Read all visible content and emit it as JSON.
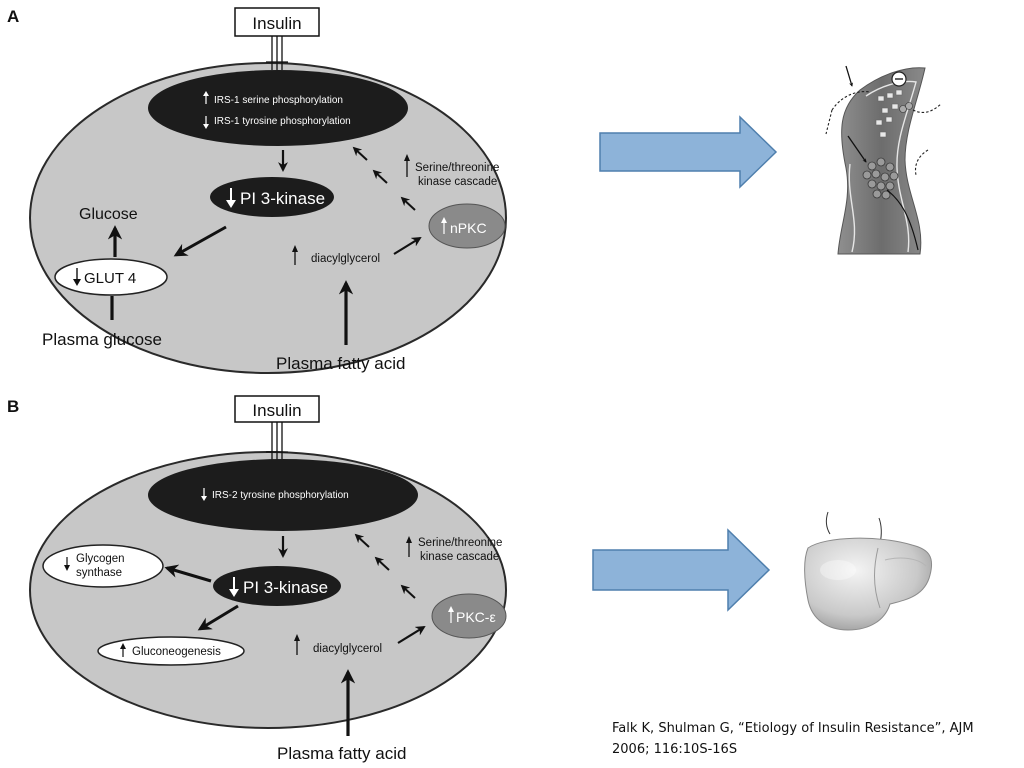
{
  "panel_a": {
    "label": "A",
    "insulin": "Insulin",
    "irs_serine": "IRS-1 serine phosphorylation",
    "irs_tyrosine": "IRS-1 tyrosine phosphorylation",
    "serine_cascade_1": "Serine/threonine",
    "serine_cascade_2": "kinase cascade",
    "pi3k": "PI 3-kinase",
    "glucose": "Glucose",
    "glut4": "GLUT 4",
    "pkc": "nPKC",
    "dag": "diacylglycerol",
    "plasma_glucose": "Plasma glucose",
    "plasma_fatty_acid": "Plasma fatty acid"
  },
  "panel_b": {
    "label": "B",
    "insulin": "Insulin",
    "irs_tyrosine": "IRS-2 tyrosine phosphorylation",
    "serine_cascade_1": "Serine/threonine",
    "serine_cascade_2": "kinase cascade",
    "pi3k": "PI 3-kinase",
    "glycogen_1": "Glycogen",
    "glycogen_2": "synthase",
    "gluconeogenesis": "Gluconeogenesis",
    "pkc": "PKC-ε",
    "dag": "diacylglycerol",
    "plasma_fatty_acid": "Plasma fatty acid"
  },
  "citation": {
    "line1": "Falk K, Shulman G, “Etiology of Insulin Resistance”,  AJM",
    "line2": "2006; 116:10S-16S"
  },
  "colors": {
    "cell_fill": "#c7c7c7",
    "dark_fill": "#1c1c1c",
    "pkc_fill": "#8a8a8a",
    "arrow_fill": "#8db3d9",
    "arrow_stroke": "#4f7fad"
  }
}
